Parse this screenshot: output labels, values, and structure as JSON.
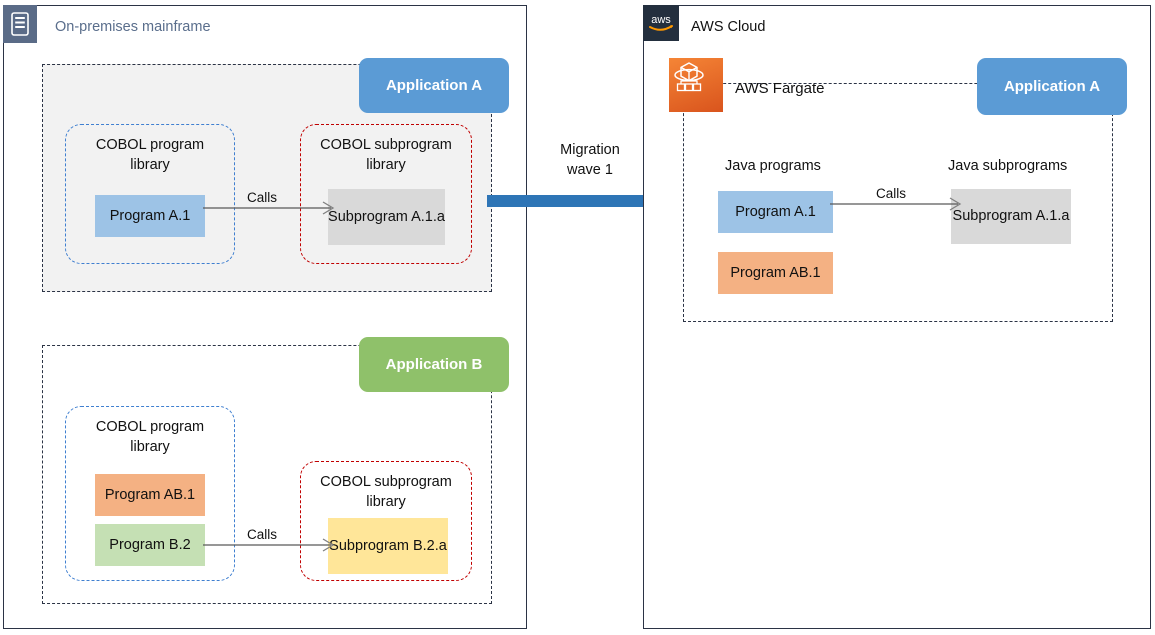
{
  "onprem": {
    "icon": "mainframe-icon",
    "title": "On-premises mainframe",
    "application_a": {
      "badge": "Application A",
      "program_library": {
        "label_line1": "COBOL program",
        "label_line2": "library",
        "blocks": [
          {
            "name": "program-a1",
            "label": "Program A.1",
            "color": "#9dc3e6"
          }
        ]
      },
      "subprogram_library": {
        "label_line1": "COBOL subprogram",
        "label_line2": "library",
        "blocks": [
          {
            "name": "subprogram-a1a",
            "label": "Subprogram A.1.a",
            "color": "#d9d9d9"
          }
        ]
      },
      "call_label": "Calls"
    },
    "application_b": {
      "badge": "Application B",
      "program_library": {
        "label_line1": "COBOL program",
        "label_line2": "library",
        "blocks": [
          {
            "name": "program-ab1",
            "label": "Program AB.1",
            "color": "#f4b183"
          },
          {
            "name": "program-b2",
            "label": "Program B.2",
            "color": "#c5e0b4"
          }
        ]
      },
      "subprogram_library": {
        "label_line1": "COBOL subprogram",
        "label_line2": "library",
        "blocks": [
          {
            "name": "subprogram-b2a",
            "label": "Subprogram B.2.a",
            "color": "#ffe699"
          }
        ]
      },
      "call_label": "Calls"
    }
  },
  "migration": {
    "label_line1": "Migration",
    "label_line2": "wave 1",
    "arrow_color": "#2e75b6",
    "direction": "left-to-right"
  },
  "aws": {
    "icon": "aws-logo-icon",
    "title": "AWS Cloud",
    "service": {
      "icon": "aws-fargate-icon",
      "label": "AWS Fargate",
      "color": "#e8711a"
    },
    "application_a": {
      "badge": "Application A",
      "programs_group": {
        "label": "Java programs",
        "blocks": [
          {
            "name": "java-program-a1",
            "label": "Program A.1",
            "color": "#9dc3e6"
          },
          {
            "name": "java-program-ab1",
            "label": "Program AB.1",
            "color": "#f4b183"
          }
        ]
      },
      "subprograms_group": {
        "label": "Java subprograms",
        "blocks": [
          {
            "name": "java-subprogram-a1a",
            "label": "Subprogram A.1.a",
            "color": "#d9d9d9"
          }
        ]
      },
      "call_label": "Calls"
    }
  },
  "colors": {
    "panel_border": "#2b3345",
    "app_badge_blue": "#5b9bd5",
    "app_badge_green": "#8fc16a",
    "library_blue_dash": "#3f7fd0",
    "library_red_dash": "#c00000",
    "onprem_title": "#5a6e8c",
    "aws_navy": "#232f3e",
    "shade_grey": "#f2f2f2"
  }
}
